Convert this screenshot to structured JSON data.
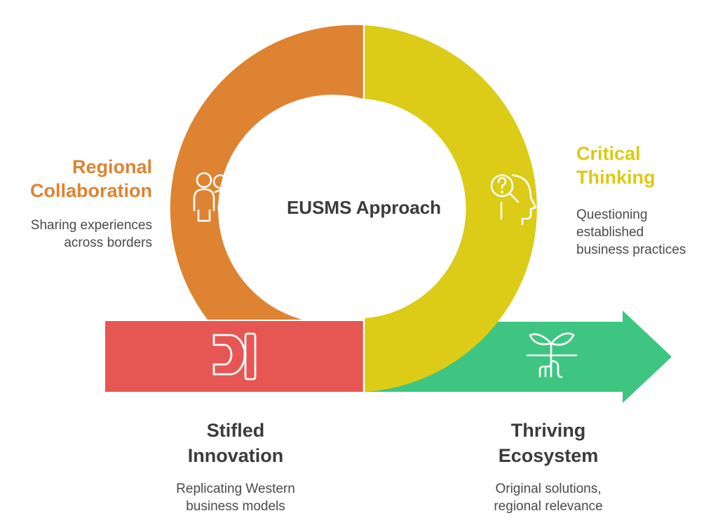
{
  "center": {
    "label": "EUSMS Approach"
  },
  "regional_collaboration": {
    "title_line1": "Regional",
    "title_line2": "Collaboration",
    "desc_line1": "Sharing experiences",
    "desc_line2": "across borders",
    "icon": "people-sync-icon",
    "color": "#DE8331"
  },
  "critical_thinking": {
    "title_line1": "Critical",
    "title_line2": "Thinking",
    "desc_line1": "Questioning",
    "desc_line2": "established",
    "desc_line3": "business practices",
    "icon": "head-question-icon",
    "color": "#DCCB17"
  },
  "stifled_innovation": {
    "title_line1": "Stifled",
    "title_line2": "Innovation",
    "desc_line1": "Replicating Western",
    "desc_line2": "business models",
    "icon": "copy-glyph-icon",
    "color": "#E65753"
  },
  "thriving_ecosystem": {
    "title_line1": "Thriving",
    "title_line2": "Ecosystem",
    "desc_line1": "Original solutions,",
    "desc_line2": "regional relevance",
    "icon": "sprout-icon",
    "color": "#3FC582"
  }
}
